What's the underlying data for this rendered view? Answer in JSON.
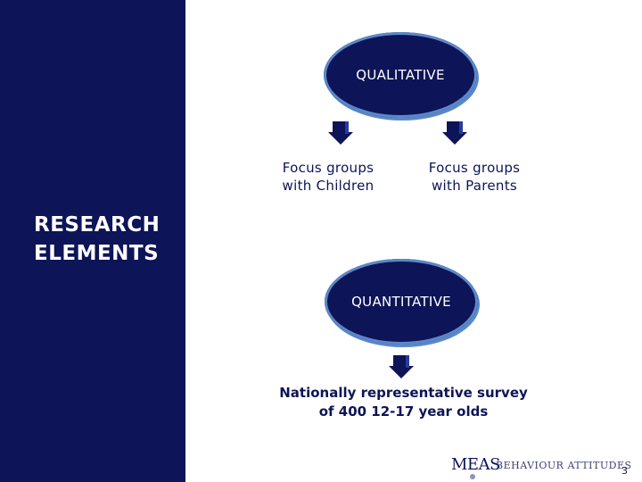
{
  "sidebar": {
    "title_lines": [
      "RESEARCH",
      "ELEMENTS"
    ]
  },
  "qualitative": {
    "label": "QUALITATIVE",
    "children_lines": [
      "Focus groups",
      "with Children"
    ],
    "parents_lines": [
      "Focus groups",
      "with Parents"
    ]
  },
  "quantitative": {
    "label": "QUANTITATIVE",
    "survey_lines": [
      "Nationally representative survey",
      "of 400 12-17 year olds"
    ]
  },
  "footer": {
    "logo_meas": "MEAS",
    "logo_ba": "BEHAVIOUR ATTITUDES",
    "page_number": "3"
  },
  "colors": {
    "navy": "#0d1457",
    "oval_border": "#5b88c8"
  }
}
